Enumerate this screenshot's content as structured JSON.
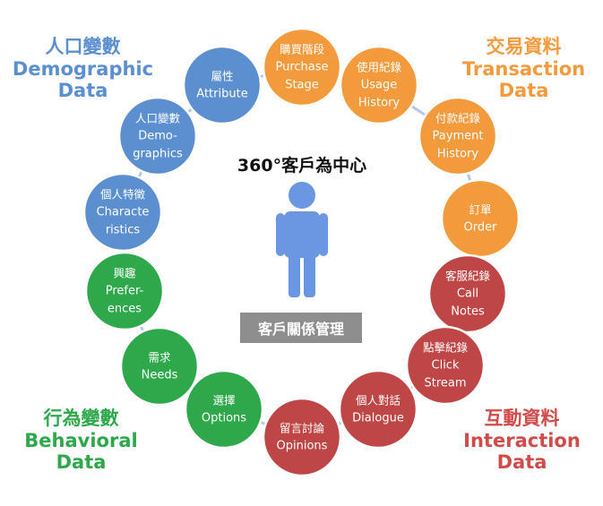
{
  "center": {
    "title": "360°客戶為中心",
    "label": "客戶關係管理"
  },
  "colors": {
    "blue": "#5b8fd0",
    "orange": "#f39a3d",
    "red": "#bf4646",
    "green": "#2fa84c",
    "person": "#6b97e2"
  },
  "corners": [
    {
      "id": "demo",
      "lines": [
        "人口變數",
        "Demographic",
        "Data"
      ],
      "color": "#5b8fd0"
    },
    {
      "id": "trans",
      "lines": [
        "交易資料",
        "Transaction",
        "Data"
      ],
      "color": "#f39a3d"
    },
    {
      "id": "behav",
      "lines": [
        "行為變數",
        "Behavioral",
        "Data"
      ],
      "color": "#2fa84c"
    },
    {
      "id": "inter",
      "lines": [
        "互動資料",
        "Interaction",
        "Data"
      ],
      "color": "#d14b4b"
    }
  ],
  "nodes": [
    {
      "lines": [
        "購買階段",
        "Purchase",
        "Stage"
      ],
      "group": "orange"
    },
    {
      "lines": [
        "使用紀錄",
        "Usage",
        "History"
      ],
      "group": "orange"
    },
    {
      "lines": [
        "付款紀錄",
        "Payment",
        "History"
      ],
      "group": "orange"
    },
    {
      "lines": [
        "訂單",
        "Order"
      ],
      "group": "orange"
    },
    {
      "lines": [
        "客服紀錄",
        "Call",
        "Notes"
      ],
      "group": "red"
    },
    {
      "lines": [
        "點擊紀錄",
        "Click",
        "Stream"
      ],
      "group": "red"
    },
    {
      "lines": [
        "個人對話",
        "Dialogue"
      ],
      "group": "red"
    },
    {
      "lines": [
        "留言討論",
        "Opinions"
      ],
      "group": "red"
    },
    {
      "lines": [
        "選擇",
        "Options"
      ],
      "group": "green"
    },
    {
      "lines": [
        "需求",
        "Needs"
      ],
      "group": "green"
    },
    {
      "lines": [
        "興趣",
        "Prefer-",
        "ences"
      ],
      "group": "green"
    },
    {
      "lines": [
        "個人特徵",
        "Characte",
        "ristics"
      ],
      "group": "blue"
    },
    {
      "lines": [
        "人口變數",
        "Demo-",
        "graphics"
      ],
      "group": "blue"
    },
    {
      "lines": [
        "屬性",
        "Attribute"
      ],
      "group": "blue"
    }
  ]
}
